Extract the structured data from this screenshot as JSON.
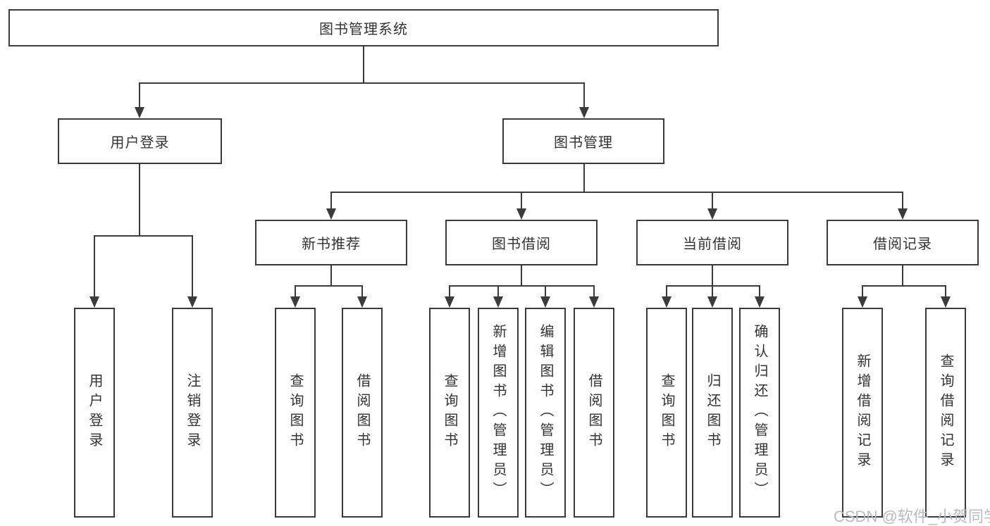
{
  "watermark": "CSDN @软件_小贺同学",
  "colors": {
    "line": "#3b3b3b",
    "box_background": "#ffffff",
    "text": "#333333",
    "watermark": "#b7bbc0"
  },
  "tree": {
    "label": "图书管理系统",
    "children": [
      {
        "label": "用户登录",
        "children": [
          {
            "label": "用户登录"
          },
          {
            "label": "注销登录"
          }
        ]
      },
      {
        "label": "图书管理",
        "children": [
          {
            "label": "新书推荐",
            "children": [
              {
                "label": "查询图书"
              },
              {
                "label": "借阅图书"
              }
            ]
          },
          {
            "label": "图书借阅",
            "children": [
              {
                "label": "查询图书"
              },
              {
                "label": "新增图书（管理员）"
              },
              {
                "label": "编辑图书（管理员）"
              },
              {
                "label": "借阅图书"
              }
            ]
          },
          {
            "label": "当前借阅",
            "children": [
              {
                "label": "查询图书"
              },
              {
                "label": "归还图书"
              },
              {
                "label": "确认归还（管理员）"
              }
            ]
          },
          {
            "label": "借阅记录",
            "children": [
              {
                "label": "新增借阅记录"
              },
              {
                "label": "查询借阅记录"
              }
            ]
          }
        ]
      }
    ]
  }
}
